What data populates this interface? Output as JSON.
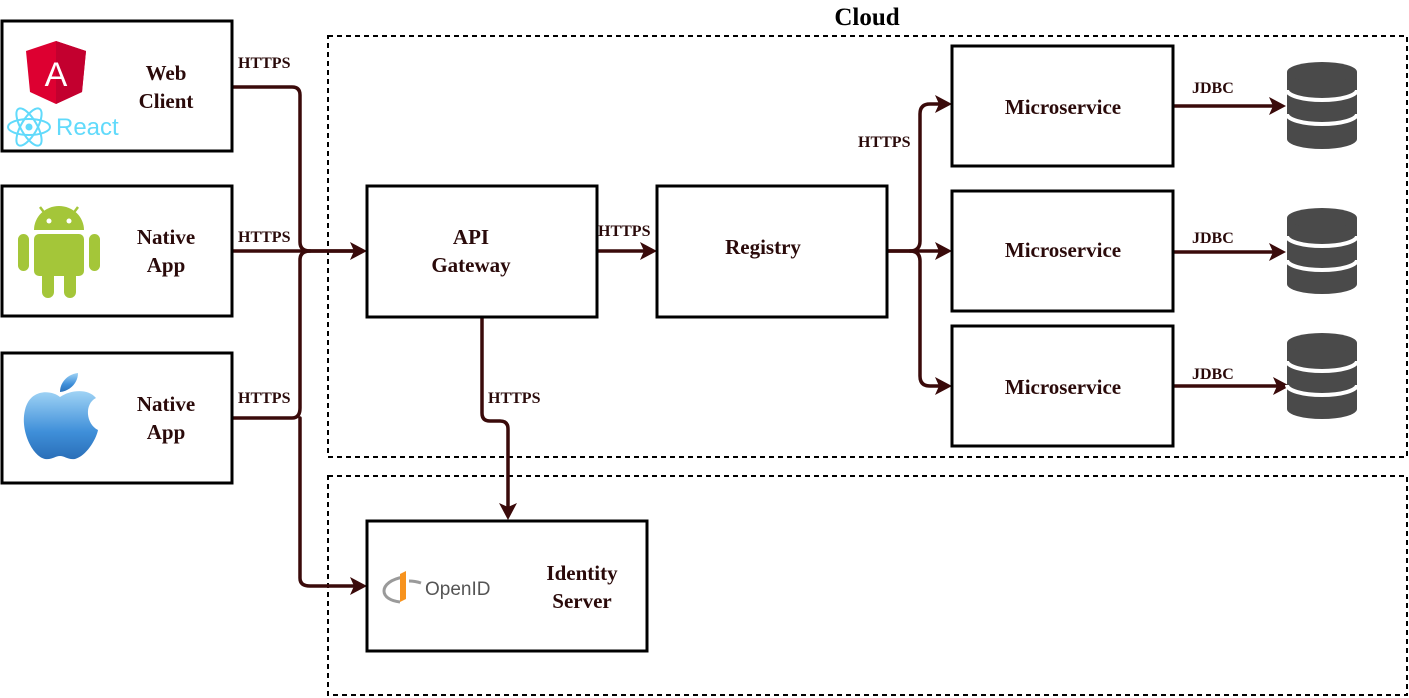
{
  "diagram": {
    "cloud_title": "Cloud",
    "clients": {
      "web": {
        "line1": "Web",
        "line2": "Client",
        "icons": [
          "angular-logo",
          "react-logo"
        ],
        "react_text": "React",
        "angular_text": "A"
      },
      "android": {
        "line1": "Native",
        "line2": "App",
        "icons": [
          "android-logo"
        ]
      },
      "ios": {
        "line1": "Native",
        "line2": "App",
        "icons": [
          "apple-logo"
        ]
      }
    },
    "gateway": {
      "line1": "API",
      "line2": "Gateway"
    },
    "registry": {
      "label": "Registry"
    },
    "microservices": [
      "Microservice",
      "Microservice",
      "Microservice"
    ],
    "identity": {
      "line1": "Identity",
      "line2": "Server",
      "logo_text": "OpenID"
    },
    "edges": {
      "web_https": "HTTPS",
      "android_https": "HTTPS",
      "ios_https": "HTTPS",
      "gateway_registry_https": "HTTPS",
      "registry_ms_https": "HTTPS",
      "gateway_identity_https": "HTTPS",
      "jdbc": [
        "JDBC",
        "JDBC",
        "JDBC"
      ]
    },
    "colors": {
      "connector": "#3a0a0a",
      "angular": "#dd0031",
      "react": "#61dafb",
      "android": "#a4c639",
      "apple": "#3f8fd9",
      "openid_orange": "#f7931e",
      "database": "#4a4a4a"
    }
  }
}
